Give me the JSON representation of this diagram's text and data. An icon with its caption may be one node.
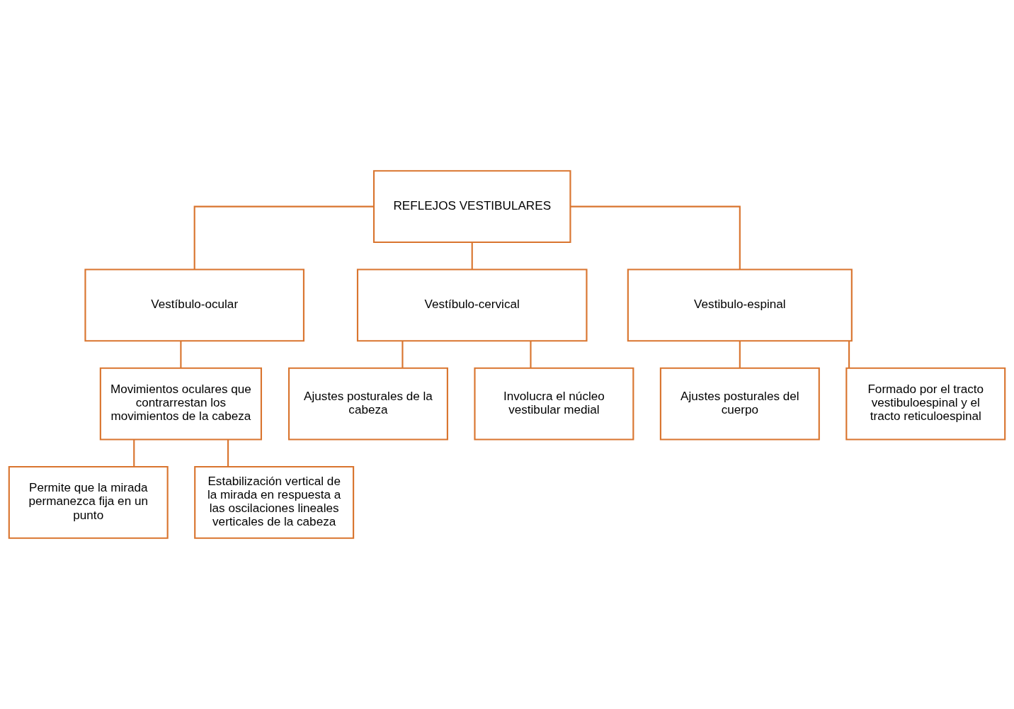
{
  "diagram": {
    "nodes": [
      {
        "text": [
          "REFLEJOS VESTIBULARES"
        ]
      },
      {
        "text": [
          "Vestíbulo-ocular"
        ]
      },
      {
        "text": [
          "Vestíbulo-cervical"
        ]
      },
      {
        "text": [
          "Vestibulo-espinal"
        ]
      },
      {
        "text": [
          "Movimientos oculares que contrarrestan los movimientos de la cabeza"
        ]
      },
      {
        "text": [
          "Permite que la mirada permanezca fija en un punto"
        ]
      },
      {
        "text": [
          "Estabilización vertical de la mirada en respuesta a las oscilaciones lineales verticales de la cabeza"
        ]
      },
      {
        "text": [
          "Ajustes posturales de la cabeza"
        ]
      },
      {
        "text": [
          "Involucra el núcleo vestibular medial"
        ]
      },
      {
        "text": [
          "Ajustes posturales del cuerpo"
        ]
      },
      {
        "text": [
          "Formado por el tracto vestibuloespinal y el tracto reticuloespinal"
        ]
      }
    ],
    "edges": [
      {
        "from": 0,
        "to": 1,
        "arrow": "none"
      },
      {
        "from": 0,
        "to": 2,
        "arrow": "none"
      },
      {
        "from": 0,
        "to": 3,
        "arrow": "none"
      },
      {
        "from": 1,
        "to": 4,
        "arrow": "none"
      },
      {
        "from": 4,
        "to": 5,
        "arrow": "none"
      },
      {
        "from": 4,
        "to": 6,
        "arrow": "none"
      },
      {
        "from": 2,
        "to": 7,
        "arrow": "none"
      },
      {
        "from": 2,
        "to": 8,
        "arrow": "none"
      },
      {
        "from": 3,
        "to": 9,
        "arrow": "none"
      },
      {
        "from": 3,
        "to": 10,
        "arrow": "none"
      }
    ]
  }
}
